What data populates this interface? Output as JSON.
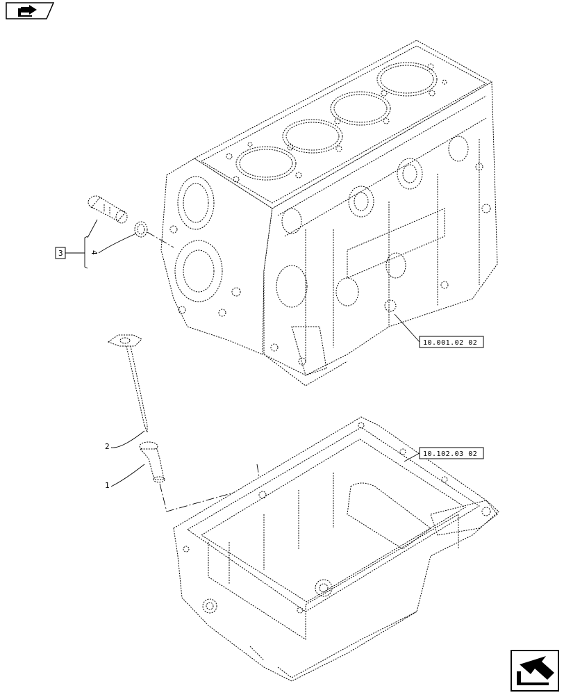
{
  "header": {
    "nav_icon": "book-arrow-icon"
  },
  "callouts": {
    "item_1": "1",
    "item_2": "2",
    "item_3": "3",
    "item_4": "4"
  },
  "references": {
    "engine_block": "10.001.02 02",
    "oil_pan": "10.102.03 02"
  },
  "footer": {
    "nav_icon": "next-page-arrow-icon"
  }
}
